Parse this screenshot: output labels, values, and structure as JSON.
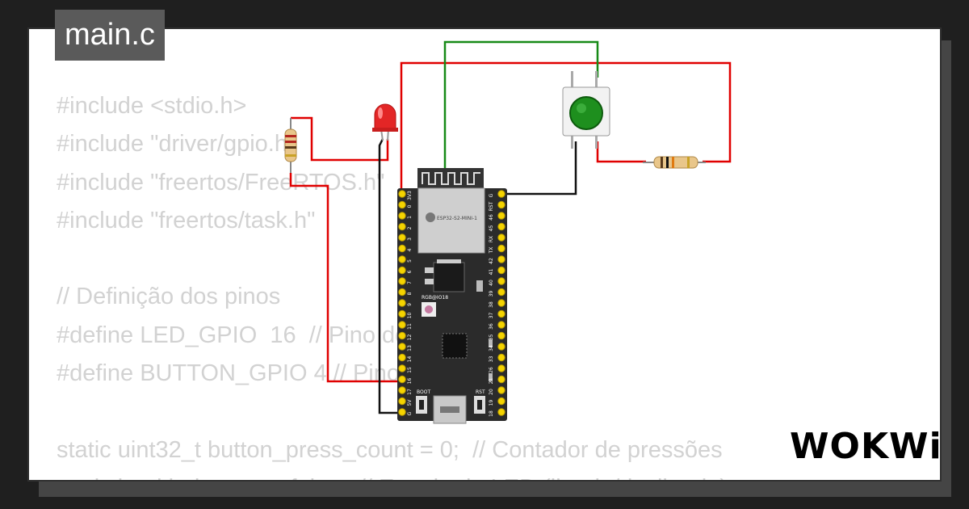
{
  "editor": {
    "filename": "main.c",
    "code_lines": [
      "#include <stdio.h>",
      "#include \"driver/gpio.h\"",
      "#include \"freertos/FreeRTOS.h\"",
      "#include \"freertos/task.h\"",
      "",
      "// Definição dos pinos",
      "#define LED_GPIO  16  // Pino do LED",
      "#define BUTTON_GPIO 4 // Pino do botão",
      "",
      "static uint32_t button_press_count = 0;  // Contador de pressões",
      "static bool led_state = false;  // Estado do LED (ligado/desligado)"
    ]
  },
  "board": {
    "module_label": "ESP32-S2-MINI-1",
    "rgb_label": "RGB@IO18",
    "boot_label": "BOOT",
    "rst_label": "RST",
    "left_pins": [
      "3V3",
      "0",
      "1",
      "2",
      "3",
      "4",
      "5",
      "6",
      "7",
      "8",
      "9",
      "10",
      "11",
      "12",
      "13",
      "14",
      "15",
      "16",
      "17",
      "5V",
      "G"
    ],
    "right_pins": [
      "G",
      "RST",
      "46",
      "45",
      "RX",
      "TX",
      "42",
      "41",
      "40",
      "39",
      "38",
      "37",
      "36",
      "35",
      "34",
      "33",
      "26",
      "21",
      "20",
      "19",
      "18"
    ]
  },
  "brand": {
    "logo_text": "WOKWi"
  },
  "colors": {
    "wire_red": "#e00000",
    "wire_black": "#111111",
    "wire_green": "#178a17",
    "button_green": "#1e8f1e",
    "led_red": "#e32626",
    "board_body": "#2b2b2b",
    "pin_yellow": "#f5d400"
  }
}
